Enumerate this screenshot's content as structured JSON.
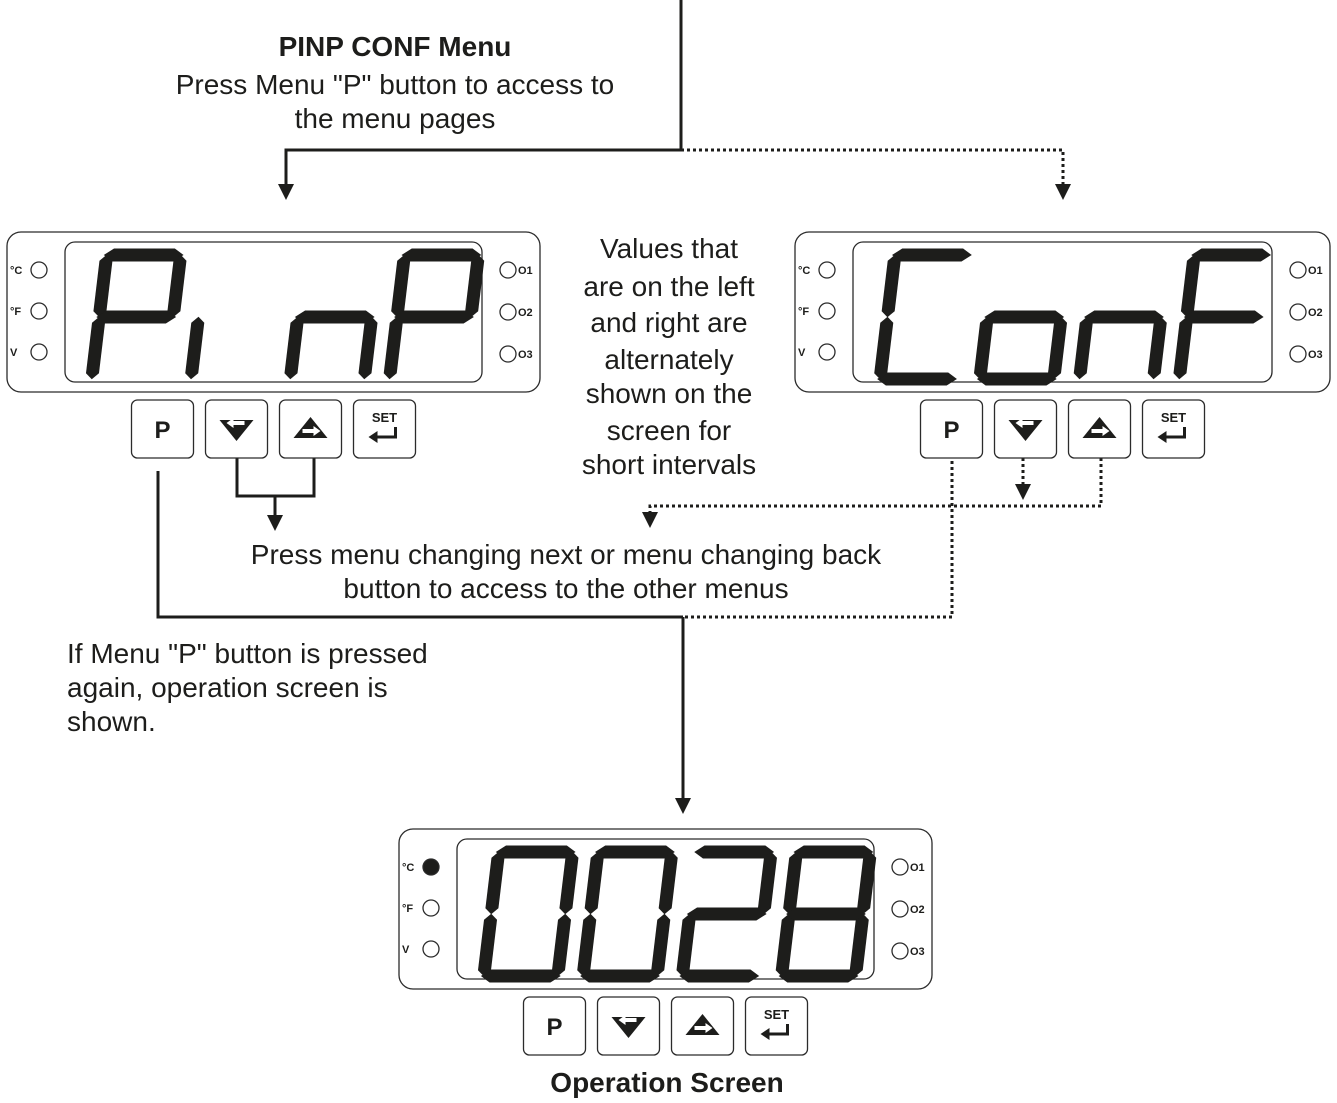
{
  "title": "PINP CONF Menu",
  "intro": [
    "Press Menu \"P\" button to access to",
    "the menu pages"
  ],
  "alternate_note": [
    "Values that",
    "are on the left",
    "and right are",
    "alternately",
    "shown on the",
    "screen for",
    "short intervals"
  ],
  "nav_note": [
    "Press menu changing next or menu changing back",
    "button to access to the other menus"
  ],
  "exit_note": [
    "If Menu \"P\" button is pressed",
    "again, operation screen is",
    "shown."
  ],
  "operation_caption": "Operation Screen",
  "indicators_left": [
    "°C",
    "°F",
    "V"
  ],
  "indicators_right": [
    "O1",
    "O2",
    "O3"
  ],
  "buttons": {
    "menu": "P",
    "back": "back-arrow-icon",
    "next": "next-arrow-icon",
    "set": "SET",
    "enter": "enter-arrow-icon"
  },
  "panels": [
    {
      "id": "pinp",
      "display": "PinP",
      "active_unit": "none"
    },
    {
      "id": "conf",
      "display": "ConF",
      "active_unit": "none"
    },
    {
      "id": "operation",
      "display": "0028",
      "active_unit": "°C"
    }
  ]
}
